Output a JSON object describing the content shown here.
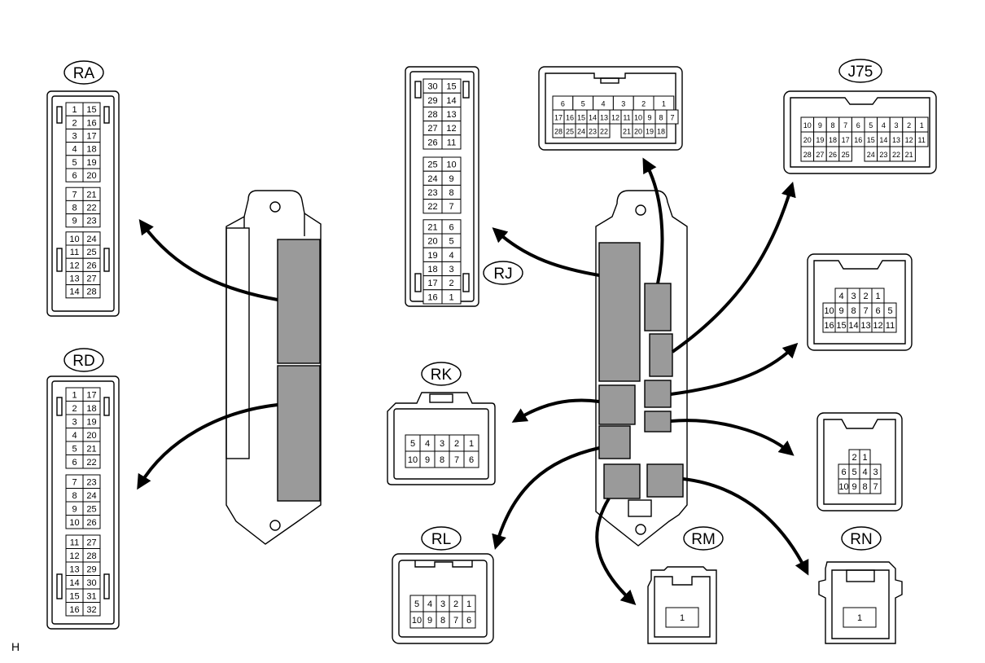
{
  "figure_code": "H",
  "colors": {
    "stroke": "#000000",
    "fill": "#ffffff",
    "block": "#9a9a9a"
  },
  "connectors": {
    "RA": {
      "label": "RA",
      "rows": [
        [
          "1",
          "15"
        ],
        [
          "2",
          "16"
        ],
        [
          "3",
          "17"
        ],
        [
          "4",
          "18"
        ],
        [
          "5",
          "19"
        ],
        [
          "6",
          "20"
        ],
        [
          "7",
          "21"
        ],
        [
          "8",
          "22"
        ],
        [
          "9",
          "23"
        ],
        [
          "10",
          "24"
        ],
        [
          "11",
          "25"
        ],
        [
          "12",
          "26"
        ],
        [
          "13",
          "27"
        ],
        [
          "14",
          "28"
        ]
      ]
    },
    "RD": {
      "label": "RD",
      "rows": [
        [
          "1",
          "17"
        ],
        [
          "2",
          "18"
        ],
        [
          "3",
          "19"
        ],
        [
          "4",
          "20"
        ],
        [
          "5",
          "21"
        ],
        [
          "6",
          "22"
        ],
        [
          "7",
          "23"
        ],
        [
          "8",
          "24"
        ],
        [
          "9",
          "25"
        ],
        [
          "10",
          "26"
        ],
        [
          "11",
          "27"
        ],
        [
          "12",
          "28"
        ],
        [
          "13",
          "29"
        ],
        [
          "14",
          "30"
        ],
        [
          "15",
          "31"
        ],
        [
          "16",
          "32"
        ]
      ]
    },
    "RJ": {
      "label": "RJ",
      "rows": [
        [
          "30",
          "15"
        ],
        [
          "29",
          "14"
        ],
        [
          "28",
          "13"
        ],
        [
          "27",
          "12"
        ],
        [
          "26",
          "11"
        ],
        [
          "25",
          "10"
        ],
        [
          "24",
          "9"
        ],
        [
          "23",
          "8"
        ],
        [
          "22",
          "7"
        ],
        [
          "21",
          "6"
        ],
        [
          "20",
          "5"
        ],
        [
          "19",
          "4"
        ],
        [
          "18",
          "3"
        ],
        [
          "17",
          "2"
        ],
        [
          "16",
          "1"
        ]
      ]
    },
    "TOP": {
      "label": "",
      "rows": [
        [
          "6",
          "5",
          "4",
          "3",
          "2",
          "1"
        ],
        [
          "17",
          "16",
          "15",
          "14",
          "13",
          "12",
          "11",
          "10",
          "9",
          "8",
          "7"
        ],
        [
          "28",
          "25",
          "24",
          "23",
          "22",
          "",
          "21",
          "20",
          "19",
          "18"
        ]
      ]
    },
    "J75": {
      "label": "J75",
      "rows": [
        [
          "10",
          "9",
          "8",
          "7",
          "6",
          "5",
          "4",
          "3",
          "2",
          "1"
        ],
        [
          "20",
          "19",
          "18",
          "17",
          "16",
          "15",
          "14",
          "13",
          "12",
          "11"
        ],
        [
          "28",
          "27",
          "26",
          "25",
          "",
          "24",
          "23",
          "22",
          "21"
        ]
      ]
    },
    "R16": {
      "label": "",
      "rows": [
        [
          "4",
          "3",
          "2",
          "1"
        ],
        [
          "10",
          "9",
          "8",
          "7",
          "6",
          "5"
        ],
        [
          "16",
          "15",
          "14",
          "13",
          "12",
          "11"
        ]
      ]
    },
    "R10": {
      "label": "",
      "rows": [
        [
          "2",
          "1"
        ],
        [
          "6",
          "5",
          "4",
          "3"
        ],
        [
          "10",
          "9",
          "8",
          "7"
        ]
      ]
    },
    "RK": {
      "label": "RK",
      "rows": [
        [
          "5",
          "4",
          "3",
          "2",
          "1"
        ],
        [
          "10",
          "9",
          "8",
          "7",
          "6"
        ]
      ]
    },
    "RL": {
      "label": "RL",
      "rows": [
        [
          "5",
          "4",
          "3",
          "2",
          "1"
        ],
        [
          "10",
          "9",
          "8",
          "7",
          "6"
        ]
      ]
    },
    "RM": {
      "label": "RM",
      "rows": [
        [
          "1"
        ]
      ]
    },
    "RN": {
      "label": "RN",
      "rows": [
        [
          "1"
        ]
      ]
    }
  }
}
